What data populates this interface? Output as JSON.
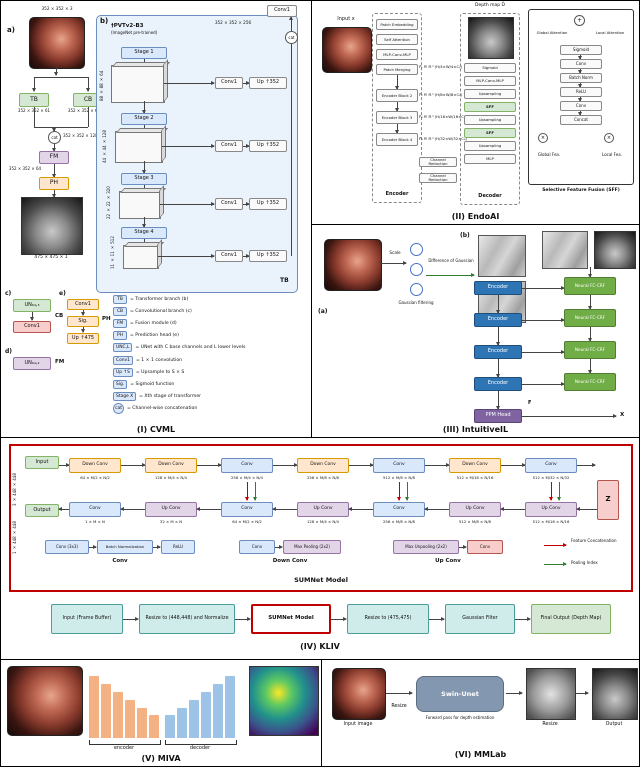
{
  "cvml": {
    "caption": "(I) CVML",
    "label_a": "a)",
    "label_b": "b)",
    "label_c": "c)",
    "label_d": "d)",
    "label_e": "e)",
    "input_dim": "352 × 352 × 3",
    "tb": "TB",
    "cb": "CB",
    "fm": "FM",
    "ph": "PH",
    "cat": "cat",
    "tb_out": "352 × 352 × 61",
    "cb_out": "352 × 352 × 64",
    "cat_out": "352 × 352 × 128",
    "fm_out": "352 × 352 × 64",
    "final_dim": "475 × 475 × 1",
    "backbone": {
      "name": "†PVTv2-B3",
      "pretrain": "(ImageNet pre-trained)",
      "concat_out": "352 × 352 × 256",
      "top_conv": "Conv1",
      "cat": "cat",
      "tb_tag": "TB",
      "stages": [
        {
          "name": "Stage 1",
          "dim": "88 × 88 × 64",
          "conv": "Conv1",
          "up": "Up ↑352"
        },
        {
          "name": "Stage 2",
          "dim": "44 × 44 × 128",
          "conv": "Conv1",
          "up": "Up ↑352"
        },
        {
          "name": "Stage 3",
          "dim": "22 × 22 × 320",
          "conv": "Conv1",
          "up": "Up ↑352"
        },
        {
          "name": "Stage 4",
          "dim": "11 × 11 × 512",
          "conv": "Conv1",
          "up": "Up ↑352"
        }
      ]
    },
    "sub_c": {
      "un": "UN₆₄,₃",
      "conv": "Conv1",
      "tag": "CB"
    },
    "sub_d": {
      "un": "UN₆₄,₂",
      "tag": "FM"
    },
    "sub_e": {
      "conv": "Conv1",
      "sig": "Sig.",
      "up": "Up ↑475",
      "tag": "PH"
    },
    "legend": [
      {
        "key": "TB",
        "desc": "= Transformer branch (b)"
      },
      {
        "key": "CB",
        "desc": "= Convolutional branch (c)"
      },
      {
        "key": "FM",
        "desc": "= Fusion module (d)"
      },
      {
        "key": "PH",
        "desc": "= Prediction head (e)"
      },
      {
        "key": "UNC,L",
        "desc": "= UNet with C base channels and L lower levels"
      },
      {
        "key": "Conv1",
        "desc": "= 1 × 1 convolution"
      },
      {
        "key": "Up ↑S",
        "desc": "= Upsample to S × S"
      },
      {
        "key": "Sig.",
        "desc": "= Sigmoid function"
      },
      {
        "key": "Stage X",
        "desc": "= Xth stage of transformer"
      },
      {
        "key": "cat",
        "desc": "= Channel-wise concatenation"
      }
    ]
  },
  "endoai": {
    "caption": "(II) EndoAI",
    "input_label": "Input x",
    "depth_label": "Depth map D̂",
    "encoder_label": "Encoder",
    "decoder_label": "Decoder",
    "encoder_inner": [
      "Patch Embedding",
      "Self Attention",
      "MLP-Conv-MLP",
      "Patch Merging"
    ],
    "encoder_blocks": [
      "Encoder Block 2",
      "Encoder Block 3",
      "Encoder Block 4"
    ],
    "features": [
      "F̂₁ ∈ ℝ^(H/4×W/4×C₁)",
      "F̂₂ ∈ ℝ^(H/8×W/8×C₂)",
      "F̂₃ ∈ ℝ^(H/16×W/16×C₃)",
      "F̂₄ ∈ ℝ^(H/32×W/32×C₄)"
    ],
    "mid_blocks": [
      "Channel Reduction",
      "Channel Reduction"
    ],
    "decoder_blocks": [
      "Sigmoid",
      "MLP-Conv-MLP",
      "Upsampling",
      "SFF",
      "Upsampling",
      "SFF",
      "Upsampling",
      "MLP"
    ],
    "sff": {
      "caption": "Selective Feature Fusion (SFF)",
      "plus": "+",
      "times": "×",
      "global_attention": "Global Attention",
      "local_attention": "Local Attention",
      "blocks": [
        "Sigmoid",
        "Conv",
        "Batch Norm",
        "ReLU",
        "Conv",
        "Concat"
      ],
      "global_fea": "Global Fea.",
      "local_fea": "Local Fea."
    }
  },
  "intuitiveil": {
    "caption": "(III) IntuitiveIL",
    "label_a": "(a)",
    "label_b": "(b)",
    "scale_label": "Scale",
    "gaussian_label": "Gaussian filtering",
    "dog_label": "Difference of Gaussian",
    "encoders": [
      "Encoder",
      "Encoder",
      "Encoder",
      "Encoder"
    ],
    "neurals": [
      "Neural FC-CRF",
      "Neural FC-CRF",
      "Neural FC-CRF",
      "Neural FC-CRF"
    ],
    "ppm": "PPM Head",
    "f_label": "F",
    "x_label": "X"
  },
  "kliv": {
    "caption": "(IV) KLIV",
    "model_title": "SUMNet Model",
    "input_label": "Input",
    "input_dim": "3 × 448 × 448",
    "output_label": "Output",
    "output_dim": "1 × 448 × 448",
    "z": "Z",
    "top_row": [
      {
        "name": "Down Conv",
        "dim": "64 × M/2 × N/2"
      },
      {
        "name": "Down Conv",
        "dim": "128 × M/4 × N/4"
      },
      {
        "name": "Conv",
        "dim": "256 × M/4 × N/4"
      },
      {
        "name": "Down Conv",
        "dim": "256 × M/8 × N/8"
      },
      {
        "name": "Conv",
        "dim": "512 × M/8 × N/8"
      },
      {
        "name": "Down Conv",
        "dim": "512 × M/16 × N/16"
      },
      {
        "name": "Conv",
        "dim": "512 × M/32 × N/32"
      }
    ],
    "bottom_row": [
      {
        "name": "Conv",
        "dim": "1 × M × N"
      },
      {
        "name": "Up Conv",
        "dim": "32 × M × N"
      },
      {
        "name": "Conv",
        "dim": "64 × M/2 × N/2"
      },
      {
        "name": "Up Conv",
        "dim": "128 × M/4 × N/4"
      },
      {
        "name": "Conv",
        "dim": "256 × M/8 × N/8"
      },
      {
        "name": "Up Conv",
        "dim": "512 × M/8 × N/8"
      },
      {
        "name": "Up Conv",
        "dim": "512 × M/16 × N/16"
      }
    ],
    "legend": {
      "conv_items": [
        "Conv (3x3)",
        "Batch Normalization",
        "ReLU"
      ],
      "conv_label": "Conv",
      "down_items": [
        "Conv",
        "Max Pooling (2x2)"
      ],
      "down_label": "Down Conv",
      "up_items": [
        "Max Unpooling (2x2)",
        "Conv"
      ],
      "up_label": "Up Conv",
      "arrow_red_label": "Feature Concatenation",
      "arrow_green_label": "Pooling Index"
    },
    "pipeline": [
      "Input (Frame Buffer)",
      "Resize to (448,448) and Normalize",
      "SUMNet Model",
      "Resize to (475,475)",
      "Gaussian Filter",
      "Final Output (Depth Map)"
    ]
  },
  "miva": {
    "caption": "(V) MIVA",
    "encoder_label": "encoder",
    "decoder_label": "decoder",
    "bars": {
      "encoder": {
        "heights": [
          62,
          54,
          46,
          38,
          30,
          23
        ],
        "color": "#f4b183"
      },
      "decoder": {
        "heights": [
          23,
          30,
          38,
          46,
          54,
          62
        ],
        "color": "#9dc3e6"
      }
    }
  },
  "mmlab": {
    "caption": "(VI) MMLab",
    "input_label": "Input image",
    "resize1_label": "Resize",
    "model": "Swin-Unet",
    "model_sub": "Forward pass for depth estimation",
    "resize2_label": "Resize",
    "output_label": "Output"
  }
}
